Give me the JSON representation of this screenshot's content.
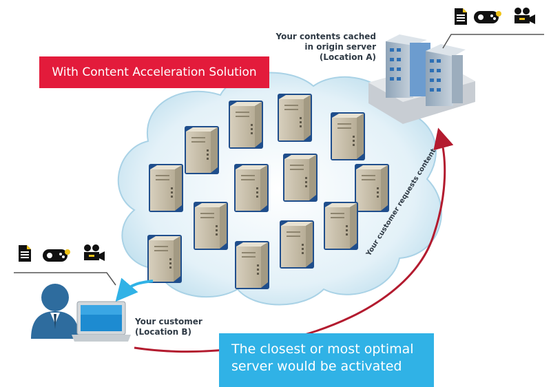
{
  "banner": {
    "title": "With Content Acceleration Solution"
  },
  "origin": {
    "line1": "Your contents cached",
    "line2": "in origin server",
    "line3": "(Location A)"
  },
  "customer": {
    "line1": "Your customer",
    "line2": "(Location B)"
  },
  "arrow": {
    "label": "Your customer requests content"
  },
  "callout": {
    "line1": "The closest or most optimal",
    "line2": "server would be activated"
  },
  "content_icons": [
    "document-icon",
    "gamepad-icon",
    "video-camera-icon"
  ],
  "colors": {
    "red": "#e31b3b",
    "blue": "#30b2e6",
    "arrow": "#b31b2f",
    "cloud": "#cfe7f2",
    "server_border": "#1f4e8c"
  }
}
